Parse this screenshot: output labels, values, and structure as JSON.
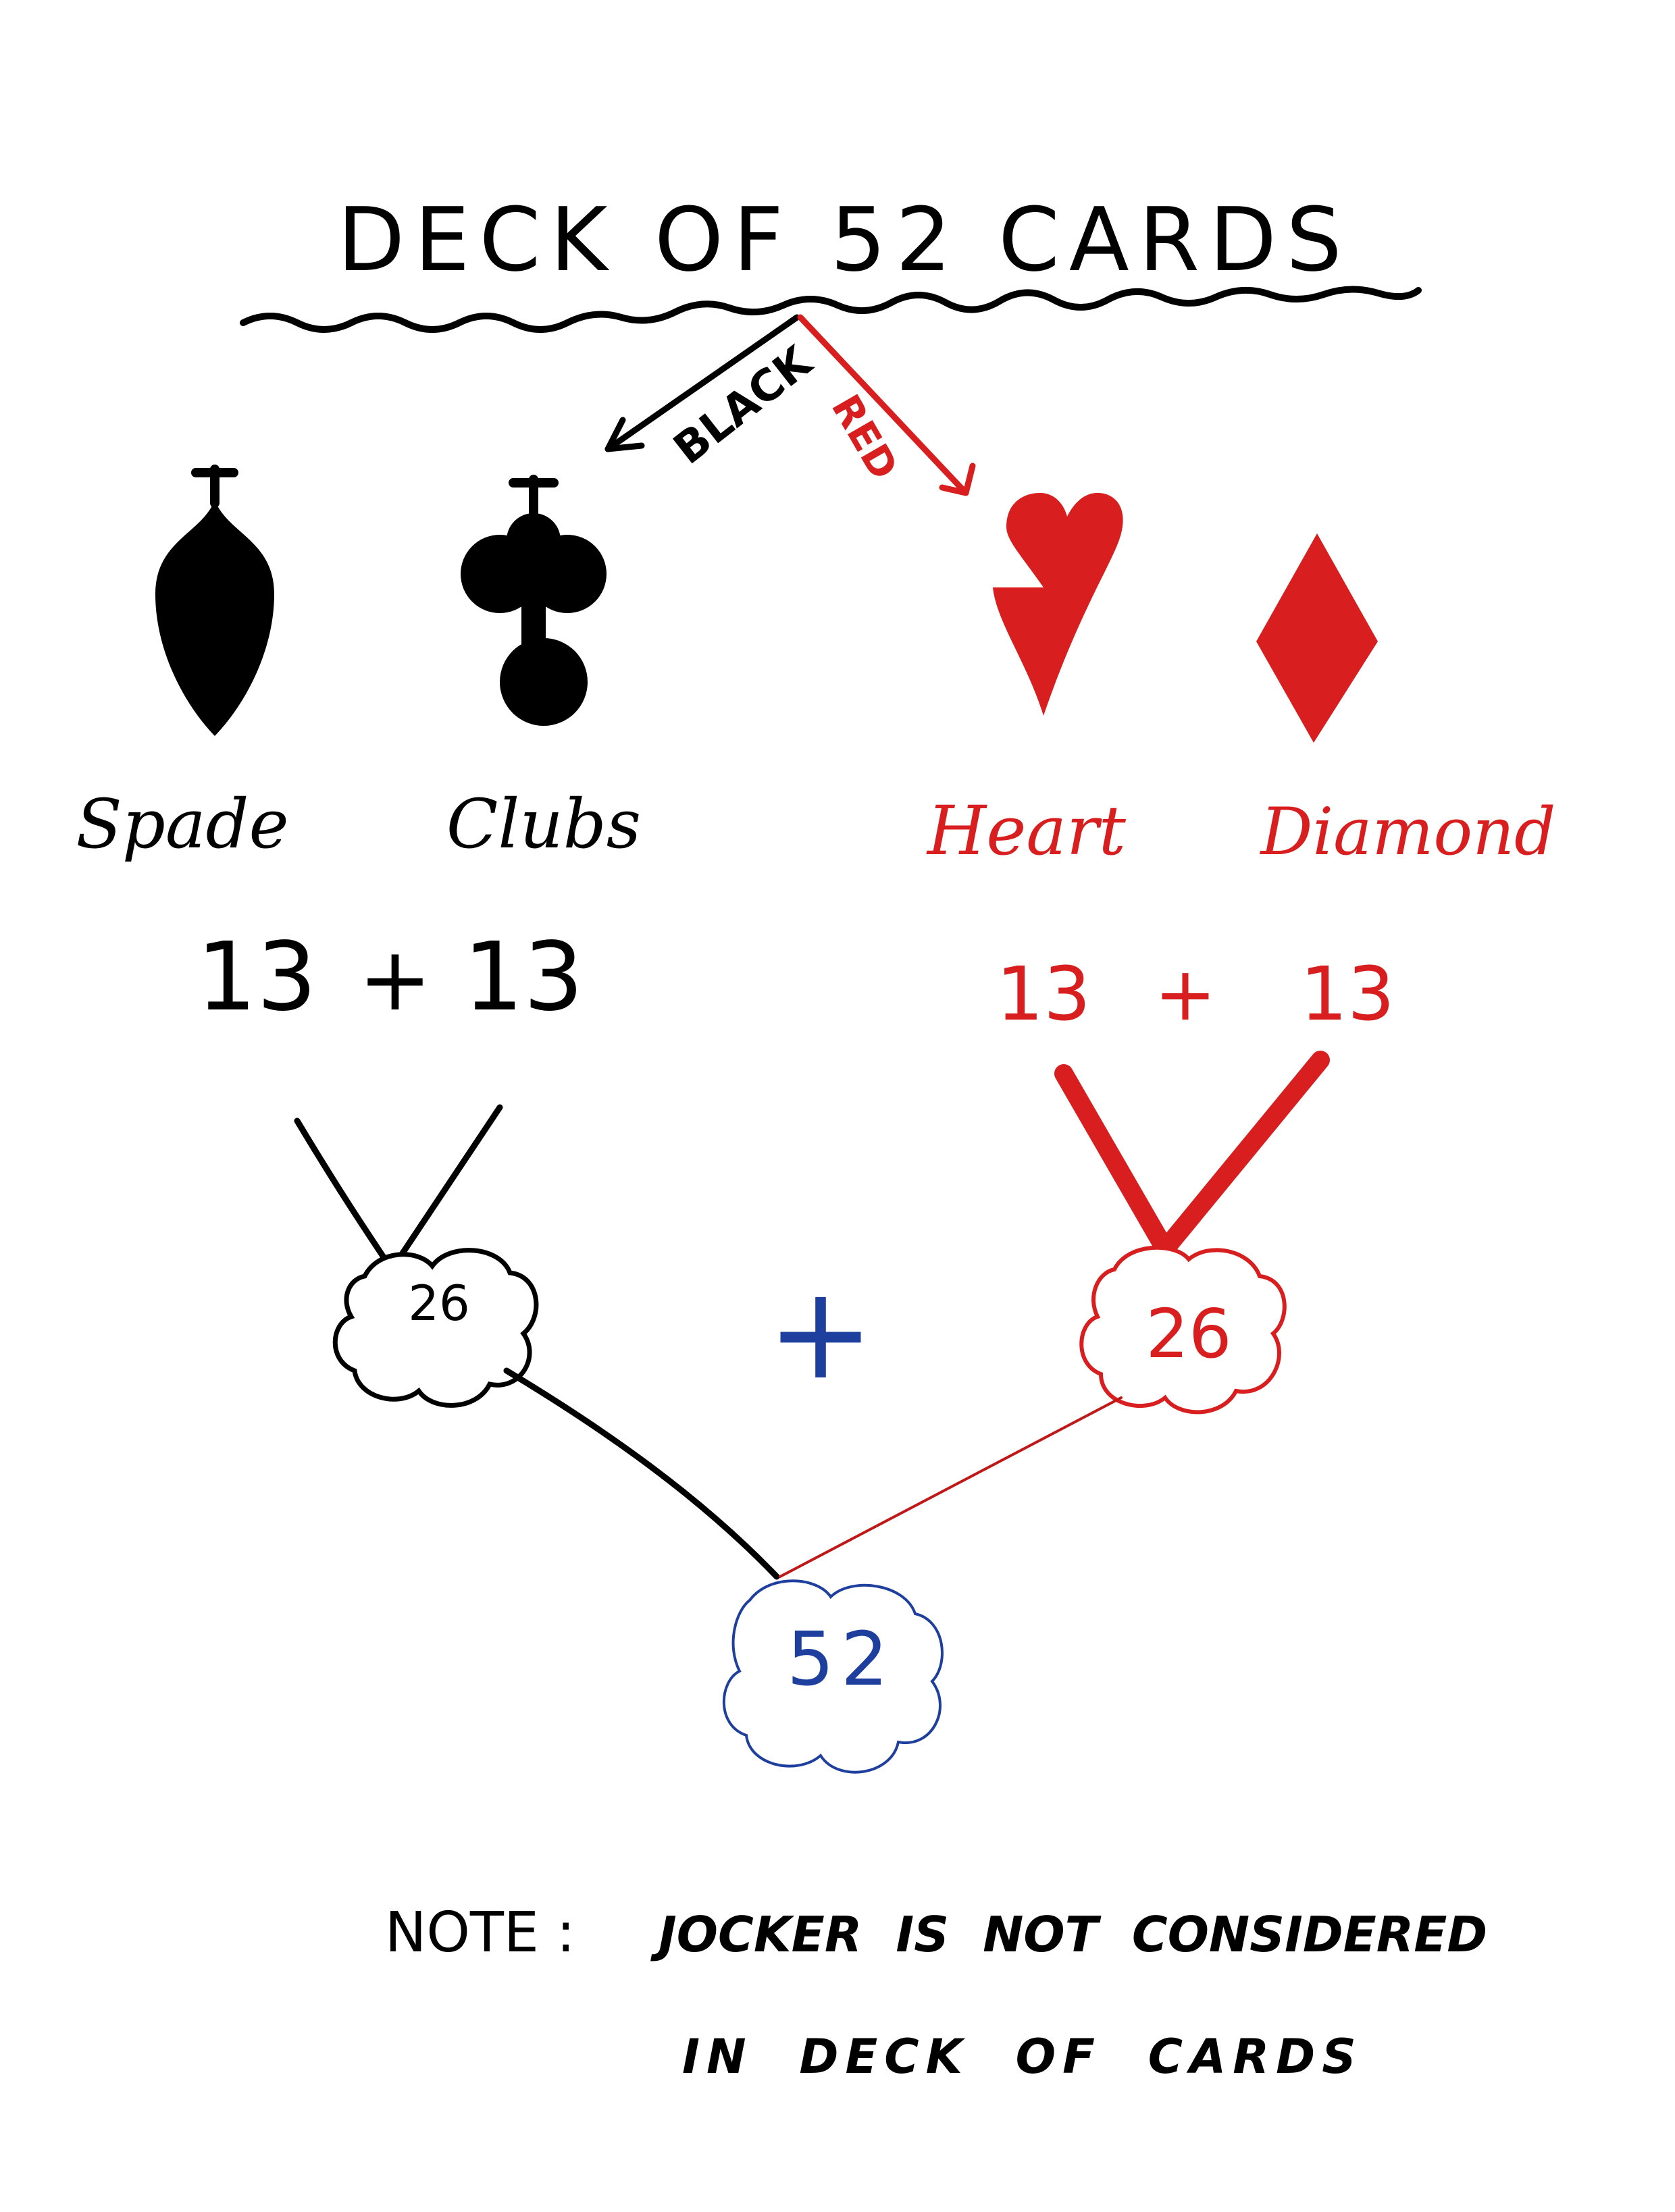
{
  "title": "DECK OF 52 CARDS",
  "branches": {
    "black_label": "BLACK",
    "red_label": "RED"
  },
  "suits": [
    {
      "name": "Spade",
      "color": "#000000",
      "count": "13",
      "icon": "spade-icon"
    },
    {
      "name": "Clubs",
      "color": "#000000",
      "count": "13",
      "icon": "club-icon"
    },
    {
      "name": "Heart",
      "color": "#d81e1e",
      "count": "13",
      "icon": "heart-icon"
    },
    {
      "name": "Diamond",
      "color": "#d81e1e",
      "count": "13",
      "icon": "diamond-icon"
    }
  ],
  "sums": {
    "black": {
      "left": "13",
      "op": "+",
      "right": "13",
      "total": "26"
    },
    "red": {
      "left": "13",
      "op": "+",
      "right": "13",
      "total": "26"
    },
    "combine_op": "+",
    "grand_total": "52"
  },
  "note": {
    "label": "NOTE :",
    "line1": "JOCKER  IS  NOT  CONSIDERED",
    "line2": "IN  DECK  OF  CARDS"
  },
  "colors": {
    "black": "#000000",
    "red": "#d81e1e",
    "blue": "#1f3f9e"
  }
}
